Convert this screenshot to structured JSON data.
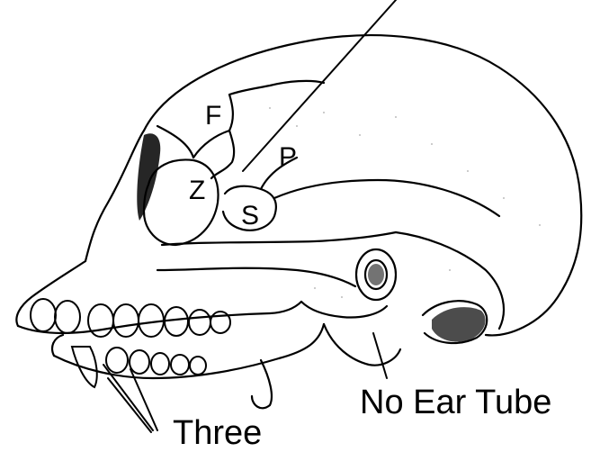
{
  "diagram": {
    "bone_labels": {
      "frontal": "F",
      "parietal": "P",
      "zygomatic": "Z",
      "sphenoid": "S"
    },
    "captions": {
      "ear": "No Ear Tube",
      "teeth": "Three"
    },
    "colors": {
      "ink": "#000000",
      "background": "#ffffff",
      "shading": "#7a7a7a"
    }
  }
}
